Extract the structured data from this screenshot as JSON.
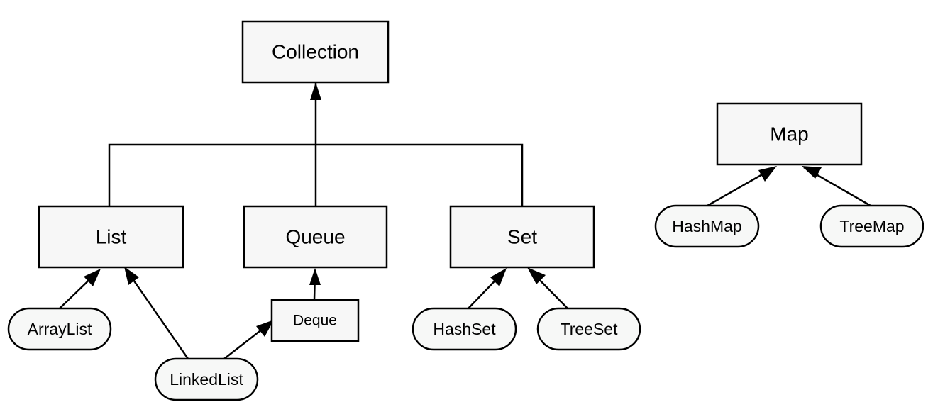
{
  "nodes": {
    "collection": {
      "label": "Collection",
      "kind": "interface"
    },
    "list": {
      "label": "List",
      "kind": "interface"
    },
    "queue": {
      "label": "Queue",
      "kind": "interface"
    },
    "set": {
      "label": "Set",
      "kind": "interface"
    },
    "deque": {
      "label": "Deque",
      "kind": "interface"
    },
    "map": {
      "label": "Map",
      "kind": "interface"
    },
    "arraylist": {
      "label": "ArrayList",
      "kind": "class"
    },
    "linkedlist": {
      "label": "LinkedList",
      "kind": "class"
    },
    "hashset": {
      "label": "HashSet",
      "kind": "class"
    },
    "treeset": {
      "label": "TreeSet",
      "kind": "class"
    },
    "hashmap": {
      "label": "HashMap",
      "kind": "class"
    },
    "treemap": {
      "label": "TreeMap",
      "kind": "class"
    }
  },
  "edges": [
    {
      "from": "list",
      "to": "collection"
    },
    {
      "from": "queue",
      "to": "collection"
    },
    {
      "from": "set",
      "to": "collection"
    },
    {
      "from": "arraylist",
      "to": "list"
    },
    {
      "from": "linkedlist",
      "to": "list"
    },
    {
      "from": "linkedlist",
      "to": "deque"
    },
    {
      "from": "deque",
      "to": "queue"
    },
    {
      "from": "hashset",
      "to": "set"
    },
    {
      "from": "treeset",
      "to": "set"
    },
    {
      "from": "hashmap",
      "to": "map"
    },
    {
      "from": "treemap",
      "to": "map"
    }
  ]
}
